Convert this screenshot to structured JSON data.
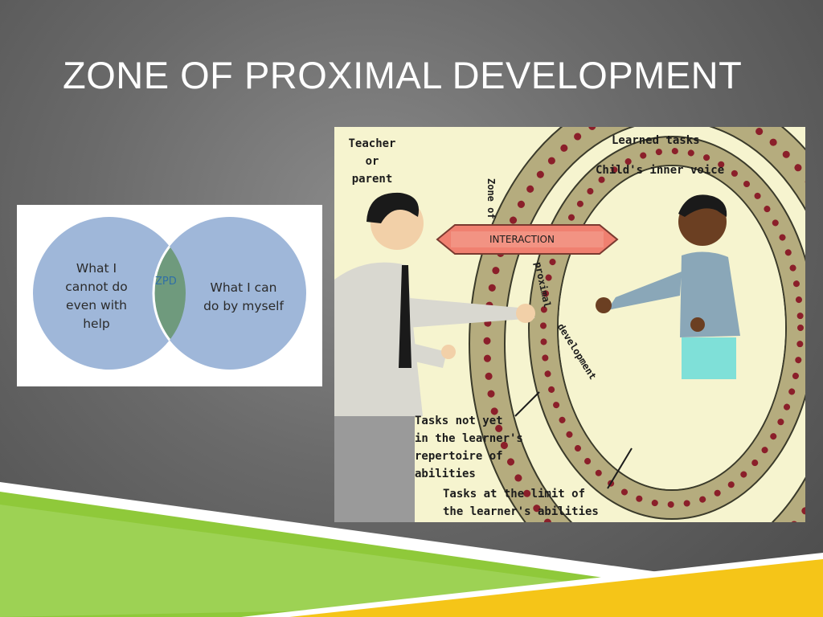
{
  "slide": {
    "title": "ZONE OF PROXIMAL DEVELOPMENT"
  },
  "venn": {
    "left_label_lines": [
      "What I",
      "cannot do",
      "even with",
      "help"
    ],
    "right_label_lines": [
      "What I can",
      "do by myself"
    ],
    "center_label": "ZPD",
    "colors": {
      "circle": "#9fb7d9",
      "overlap": "#6f9a7d",
      "label_blue": "#2f6fa6"
    }
  },
  "illustration": {
    "teacher_label_lines": [
      "Teacher",
      "or",
      "parent"
    ],
    "learned_tasks": "Learned tasks",
    "inner_voice": "Child's inner voice",
    "interaction_banner": "INTERACTION",
    "zone_word_1": "Zone of",
    "zone_word_2": "proximal",
    "zone_word_3": "development",
    "tasks_not_yet_lines": [
      "Tasks not yet",
      "in the learner's",
      "repertoire of",
      "abilities"
    ],
    "tasks_limit_lines": [
      "Tasks at the limit of",
      "the learner's abilities"
    ],
    "colors": {
      "background": "#f6f4cf",
      "band": "#b5ac7e",
      "dots": "#8b1f2a",
      "banner": "#f08070"
    }
  },
  "decoration": {
    "colors": {
      "green": "#8fc93a",
      "yellow": "#f5c518",
      "white": "#ffffff"
    }
  }
}
